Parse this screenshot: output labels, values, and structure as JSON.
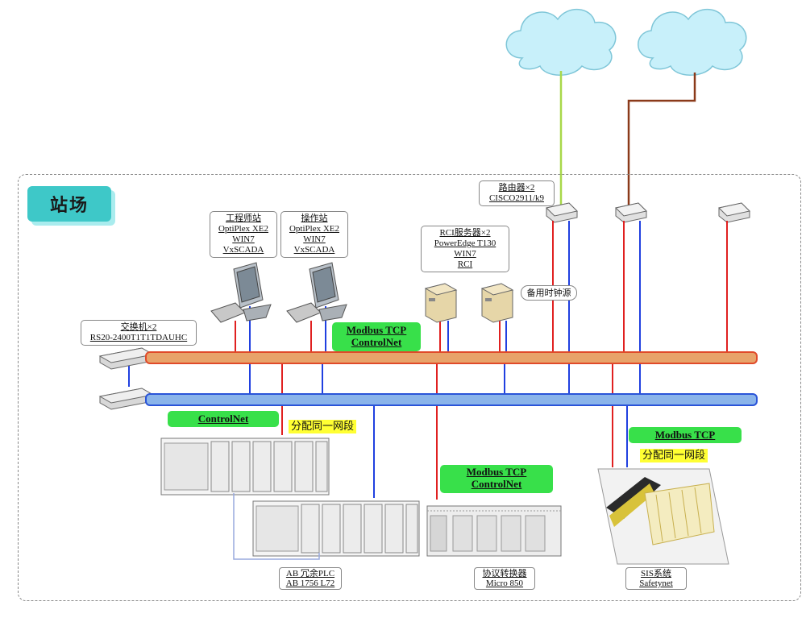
{
  "site": {
    "title": "站场"
  },
  "switch": {
    "line1": "交换机×2",
    "line2": "RS20-2400T1T1TDAUHC"
  },
  "router": {
    "line1": "路由器×2",
    "line2": "CISCO2911/k9"
  },
  "engineering_station": {
    "line1": "工程师站",
    "line2": "OptiPlex XE2",
    "line3": "WIN7",
    "line4": "VxSCADA"
  },
  "operator_station": {
    "line1": "操作站",
    "line2": "OptiPlex XE2",
    "line3": "WIN7",
    "line4": "VxSCADA"
  },
  "rci_server": {
    "line1": "RCI服务器×2",
    "line2": "PowerEdge T130",
    "line3": "WIN7",
    "line4": "RCI"
  },
  "backup_clock": {
    "label": "备用时钟源"
  },
  "bus_label": {
    "line1": "Modbus TCP",
    "line2": "ControlNet"
  },
  "controlnet_label": {
    "text": "ControlNet"
  },
  "same_segment_1": {
    "text": "分配同一网段"
  },
  "converter_label": {
    "line1": "Modbus TCP",
    "line2": "ControlNet"
  },
  "sis_modbus_label": {
    "text": "Modbus TCP"
  },
  "same_segment_2": {
    "text": "分配同一网段"
  },
  "plc": {
    "line1": "AB 冗余PLC",
    "line2": "AB 1756 L72"
  },
  "converter": {
    "line1": "协议转换器",
    "line2": "Micro 850"
  },
  "sis": {
    "line1": "SIS系统",
    "line2": "Safetynet"
  },
  "colors": {
    "bus_orange": "#e8a36a",
    "bus_blue": "#8ab4ea",
    "red_link": "#e02020",
    "blue_link": "#2040e0",
    "green_link": "#a8d84a",
    "brown_link": "#8b3a1a",
    "cloud": "#c8f0fa",
    "label_green": "#38e04a",
    "label_yellow": "#ffff33",
    "site_tag": "#3ec8c8"
  }
}
